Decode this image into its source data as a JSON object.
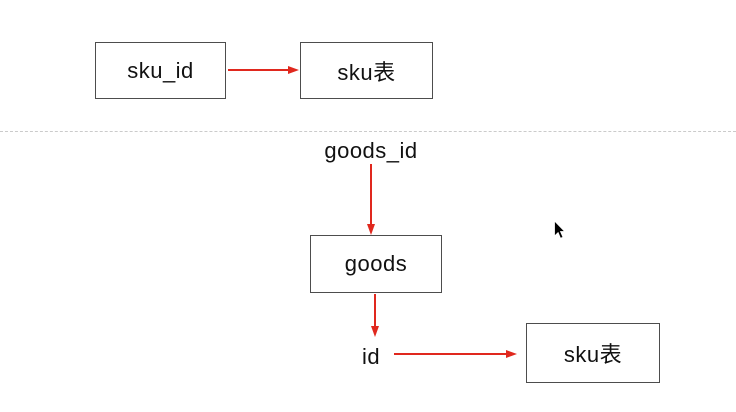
{
  "diagram": {
    "top_flow": {
      "source_label": "sku_id",
      "target_label": "sku表"
    },
    "bottom_flow": {
      "field_label": "goods_id",
      "table_label": "goods",
      "id_label": "id",
      "target_label": "sku表"
    },
    "icons": {
      "cursor": "mouse-pointer",
      "arrowheads": "red-triangle"
    },
    "colors": {
      "arrow": "#e0281e",
      "box_border": "#4d4d4d",
      "divider": "#cbcbcb",
      "text": "#111111",
      "background": "#ffffff"
    }
  }
}
